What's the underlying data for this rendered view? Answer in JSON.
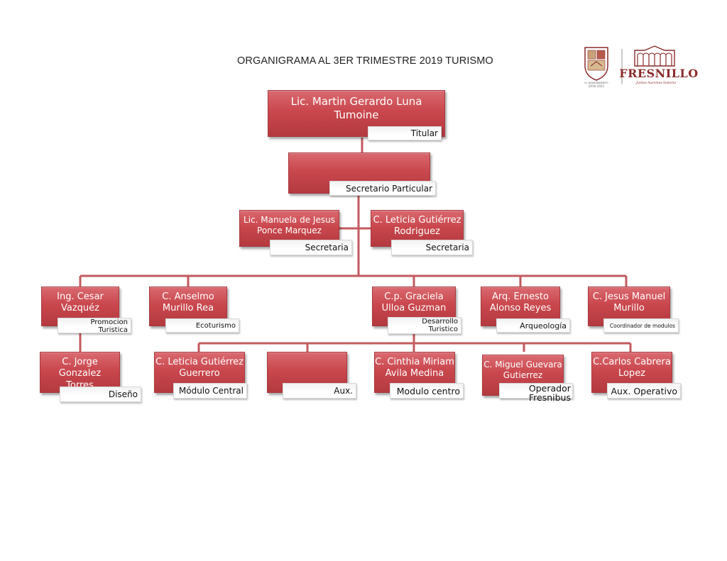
{
  "title": "ORGANIGRAMA AL 3ER TRIMESTRE 2019 TURISMO",
  "logo": {
    "seal_text": "H. AYUNTAMIENTO 2018 2021",
    "seal_years": "2018 2021",
    "brand": "FRESNILLO",
    "slogan": "Juntos hacemos historia"
  },
  "colors": {
    "box": "#c9474d",
    "line": "#c35a5f",
    "tag_bg": "#ffffff"
  },
  "nodes": {
    "titular": {
      "name": "Lic. Martin Gerardo Luna\nTumoine",
      "role": "Titular"
    },
    "secretario": {
      "name": "",
      "role": "Secretario Particular"
    },
    "sec1": {
      "name": "Lic. Manuela de Jesus\nPonce Marquez",
      "role": "Secretaria"
    },
    "sec2": {
      "name": "C. Leticia Gutiérrez\nRodriguez",
      "role": "Secretaria"
    },
    "cesar": {
      "name": "Ing. Cesar\nVazquéz",
      "role": "Promocion\nTuristica"
    },
    "anselmo": {
      "name": "C. Anselmo\nMurillo Rea",
      "role": "Ecoturismo"
    },
    "graciela": {
      "name": "C.p. Graciela\nUlloa Guzman",
      "role": "Desarrollo\nTuristico"
    },
    "ernesto": {
      "name": "Arq. Ernesto\nAlonso Reyes",
      "role": "Arqueología"
    },
    "jesus": {
      "name": "C. Jesus Manuel\nMurillo",
      "role": "Coordinador de modulos"
    },
    "jorge": {
      "name": "C. Jorge Gonzalez\nTorres",
      "role": "Diseño"
    },
    "leticia_g": {
      "name": "C. Leticia Gutiérrez\nGuerrero",
      "role": "Módulo Central"
    },
    "aux": {
      "name": "",
      "role": "Aux."
    },
    "cinthia": {
      "name": "C. Cinthia Miriam\nAvila Medina",
      "role": "Modulo centro"
    },
    "miguel": {
      "name": "C. Miguel Guevara\nGutierrez",
      "role": "Operador\nFresnibus"
    },
    "carlos": {
      "name": "C.Carlos Cabrera\nLopez",
      "role": "Aux. Operativo"
    }
  }
}
